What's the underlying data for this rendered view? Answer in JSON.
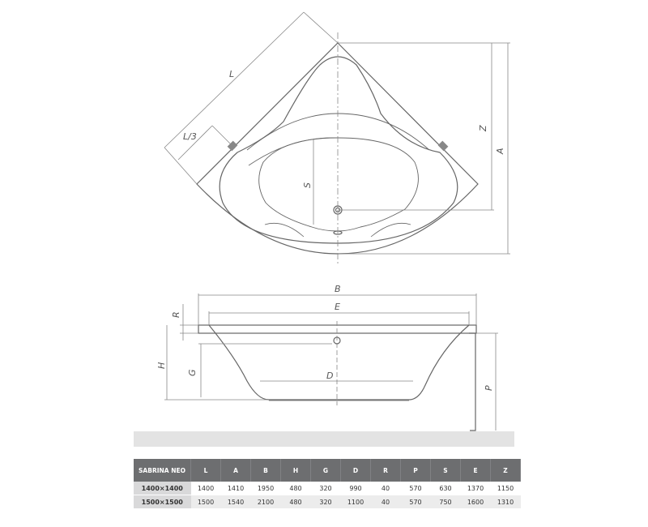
{
  "dimension_labels": {
    "L": "L",
    "L3": "L/3",
    "S": "S",
    "Z": "Z",
    "A": "A",
    "B": "B",
    "E": "E",
    "R": "R",
    "H": "H",
    "G": "G",
    "D": "D",
    "P": "P"
  },
  "table": {
    "headers": [
      "SABRINA NEO",
      "L",
      "A",
      "B",
      "H",
      "G",
      "D",
      "R",
      "P",
      "S",
      "E",
      "Z"
    ],
    "rows": [
      [
        "1400×1400",
        "1400",
        "1410",
        "1950",
        "480",
        "320",
        "990",
        "40",
        "570",
        "630",
        "1370",
        "1150"
      ],
      [
        "1500×1500",
        "1500",
        "1540",
        "2100",
        "480",
        "320",
        "1100",
        "40",
        "570",
        "750",
        "1600",
        "1310"
      ]
    ]
  },
  "colors": {
    "header_bg": "#6d6e70",
    "floor": "#e3e3e3",
    "line": "#6b6b6b"
  }
}
